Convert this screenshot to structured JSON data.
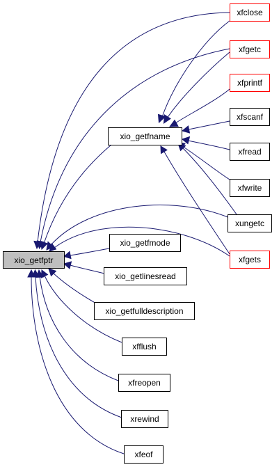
{
  "colors": {
    "edge": "#191970",
    "border_default": "#000000",
    "border_truncated": "#ff0000",
    "fill_default": "#ffffff",
    "fill_focus": "#bfbfbf"
  },
  "nodes": {
    "xio_getfptr": "xio_getfptr",
    "xio_getfname": "xio_getfname",
    "xfclose": "xfclose",
    "xfgetc": "xfgetc",
    "xfprintf": "xfprintf",
    "xfscanf": "xfscanf",
    "xfread": "xfread",
    "xfwrite": "xfwrite",
    "xungetc": "xungetc",
    "xfgets": "xfgets",
    "xio_getfmode": "xio_getfmode",
    "xio_getlinesread": "xio_getlinesread",
    "xio_getfulldescription": "xio_getfulldescription",
    "xfflush": "xfflush",
    "xfreopen": "xfreopen",
    "xrewind": "xrewind",
    "xfeof": "xfeof"
  }
}
